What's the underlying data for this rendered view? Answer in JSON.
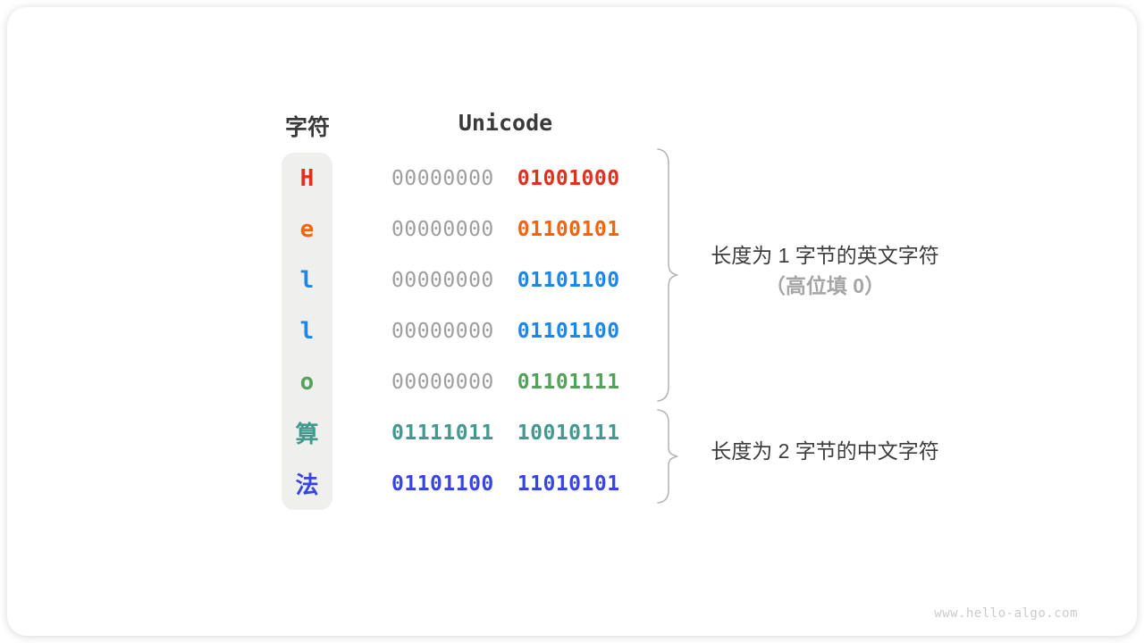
{
  "table": {
    "headers": {
      "char": "字符",
      "unicode": "Unicode"
    },
    "muted_color": "#9e9e9e",
    "rows": [
      {
        "char": "H",
        "color": "#e0301e",
        "byte1": "00000000",
        "byte2": "01001000"
      },
      {
        "char": "e",
        "color": "#ef6511",
        "byte1": "00000000",
        "byte2": "01100101"
      },
      {
        "char": "l",
        "color": "#1c87e8",
        "byte1": "00000000",
        "byte2": "01101100"
      },
      {
        "char": "l",
        "color": "#1c87e8",
        "byte1": "00000000",
        "byte2": "01101100"
      },
      {
        "char": "o",
        "color": "#55a15b",
        "byte1": "00000000",
        "byte2": "01101111"
      },
      {
        "char": "算",
        "color": "#42998e",
        "byte1": "01111011",
        "byte2": "10010111"
      },
      {
        "char": "法",
        "color": "#3746e0",
        "byte1": "01101100",
        "byte2": "11010101"
      }
    ]
  },
  "annotations": {
    "group1": {
      "line1": "长度为 1 字节的英文字符",
      "line2": "（高位填 0）"
    },
    "group2": {
      "line1": "长度为 2 字节的中文字符"
    }
  },
  "watermark": "www.hello-algo.com",
  "colors": {
    "text_dark": "#3a3a3a",
    "text_muted": "#9e9e9e",
    "brace": "#b5b5b5",
    "char_column_bg": "#efefee",
    "card_bg": "#ffffff"
  }
}
